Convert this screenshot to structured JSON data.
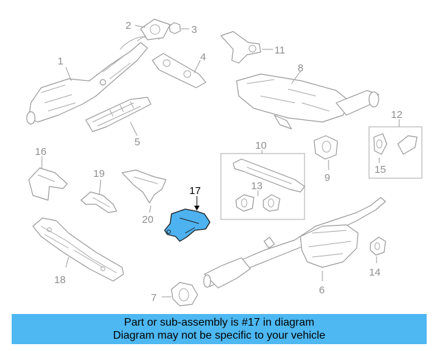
{
  "diagram": {
    "highlight_color": "#4db2ef",
    "callouts": {
      "c1": "1",
      "c2": "2",
      "c3": "3",
      "c4": "4",
      "c5": "5",
      "c6": "6",
      "c7": "7",
      "c8": "8",
      "c9": "9",
      "c10": "10",
      "c11": "11",
      "c12": "12",
      "c13": "13",
      "c14": "14",
      "c15": "15",
      "c16": "16",
      "c17": "17",
      "c18": "18",
      "c19": "19",
      "c20": "20"
    },
    "highlighted_part": "17"
  },
  "caption": {
    "background": "#4db8f2",
    "line1": "Part or sub-assembly is #17 in diagram",
    "line2": "Diagram may not be specific to your vehicle"
  }
}
